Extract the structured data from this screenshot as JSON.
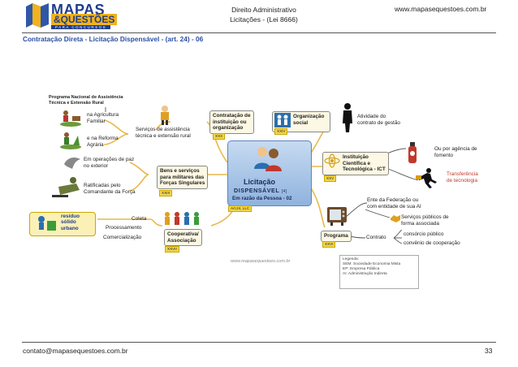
{
  "header": {
    "logo_top": "MAPAS",
    "logo_bottom": "&QUESTÕES",
    "logo_tagline": "PARA CONCURSOS",
    "subject_line1": "Direito Administrativo",
    "subject_line2": "Licitações - (Lei 8666)",
    "website": "www.mapasequestoes.com.br",
    "page_subtitle": "Contratação Direta - Licitação Dispensável - (art. 24) - 06"
  },
  "footer": {
    "email": "contato@mapasequestoes.com.br",
    "page_number": "33"
  },
  "diagram": {
    "center": {
      "title": "Licitação",
      "subtitle": "DISPENSÁVEL",
      "note": "[4]",
      "caption": "Em razão da Pessoa - 02",
      "tag": "Art.24, LLC"
    },
    "program_title_1": "Programa Nacional de Assistência",
    "program_title_2": "Técnica e Extensão Rural",
    "agri_familiar_1": "na Agricultura",
    "agri_familiar_2": "Familiar",
    "reforma_1": "e na Reforma",
    "reforma_2": "Agrária",
    "servicos_1": "Serviços de assistência",
    "servicos_2": "técnica e extensão rural",
    "contratacao_1": "Contratação de",
    "contratacao_2": "instituição ou",
    "contratacao_3": "organização",
    "contratacao_tag": "XXX",
    "org_social_1": "Organização",
    "org_social_2": "social",
    "org_social_tag": "XXIV",
    "atividade_1": "Atividade do",
    "atividade_2": "contrato de gestão",
    "paz_1": "Em operações de paz",
    "paz_2": "no exterior",
    "ratificadas_1": "Ratificadas pelo",
    "ratificadas_2": "Comandante da Força",
    "bens_1": "Bens e serviços",
    "bens_2": "para militares das",
    "bens_3": "Forças Singulares",
    "bens_tag": "XXIX",
    "ict_1": "Instituição",
    "ict_2": "Científica e",
    "ict_3": "Tecnológica - ICT",
    "ict_tag": "XXV",
    "agencia_1": "Ou por agência de",
    "agencia_2": "fomento",
    "transferencia_1": "Transferência",
    "transferencia_2": "de tecnologia",
    "residuo_1": "resíduo",
    "residuo_2": "sólido",
    "residuo_3": "urbano",
    "coleta": "Coleta",
    "processamento": "Processamento",
    "comercializacao": "Comercialização",
    "coop_1": "Cooperativa/",
    "coop_2": "Associação",
    "coop_tag": "XXVII",
    "programa": "Programa",
    "programa_tag": "XXVI",
    "ente_1": "Ente da Federação ou",
    "ente_2": "com entidade de sua AI",
    "contrato": "Contrato",
    "servicos_publicos_1": "Serviços públicos de",
    "servicos_publicos_2": "forma associada",
    "consorcio": "consórcio público",
    "convenio": "convênio de cooperação",
    "watermark": "www.mapasequestoes.com.br",
    "legend_title": "Legenda:",
    "legend_1": "SEM: Sociedade Economia Mista",
    "legend_2": "EP: Empresa Pública",
    "legend_3": "AI: Administração Indireta"
  },
  "colors": {
    "brand_blue": "#1f3d8a",
    "brand_yellow": "#f2b21b",
    "subtitle_blue": "#2b4fa3",
    "center_fill": "#a9c6e8",
    "branch_line": "#e8b84a"
  }
}
